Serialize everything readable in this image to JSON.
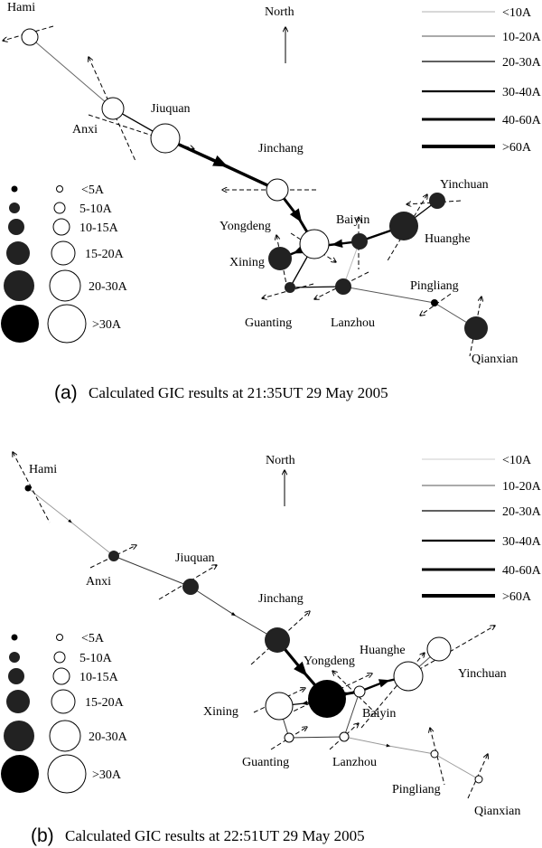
{
  "north_label": "North",
  "line_legend": [
    "<10A",
    "10-20A",
    "20-30A",
    "30-40A",
    "40-60A",
    ">60A"
  ],
  "circle_legend": [
    "<5A",
    "5-10A",
    "10-15A",
    "15-20A",
    "20-30A",
    ">30A"
  ],
  "panels": [
    {
      "id": "a",
      "caption_letter": "(a)",
      "caption_text": "Calculated GIC results at 21:35UT 29 May 2005",
      "stations": [
        {
          "name": "Hami",
          "fill": "white",
          "bin": 1
        },
        {
          "name": "Anxi",
          "fill": "white",
          "bin": 2
        },
        {
          "name": "Jiuquan",
          "fill": "white",
          "bin": 3
        },
        {
          "name": "Jinchang",
          "fill": "white",
          "bin": 2
        },
        {
          "name": "Yongdeng",
          "fill": "white",
          "bin": 3
        },
        {
          "name": "Baiyin",
          "fill": "black",
          "bin": 1
        },
        {
          "name": "Huanghe",
          "fill": "black",
          "bin": 3
        },
        {
          "name": "Yinchuan",
          "fill": "black",
          "bin": 1
        },
        {
          "name": "Xining",
          "fill": "black",
          "bin": 2
        },
        {
          "name": "Guanting",
          "fill": "black",
          "bin": 0
        },
        {
          "name": "Lanzhou",
          "fill": "black",
          "bin": 1
        },
        {
          "name": "Pingliang",
          "fill": "black",
          "bin": 0
        },
        {
          "name": "Qianxian",
          "fill": "black",
          "bin": 2
        }
      ]
    },
    {
      "id": "b",
      "caption_letter": "(b)",
      "caption_text": "Calculated GIC results at 22:51UT 29 May 2005",
      "stations": [
        {
          "name": "Hami",
          "fill": "black",
          "bin": 0
        },
        {
          "name": "Anxi",
          "fill": "black",
          "bin": 0
        },
        {
          "name": "Jiuquan",
          "fill": "black",
          "bin": 1
        },
        {
          "name": "Jinchang",
          "fill": "black",
          "bin": 2
        },
        {
          "name": "Yongdeng",
          "fill": "black",
          "bin": 4
        },
        {
          "name": "Huanghe",
          "fill": "white",
          "bin": 3
        },
        {
          "name": "Yinchuan",
          "fill": "white",
          "bin": 2
        },
        {
          "name": "Baiyin",
          "fill": "white",
          "bin": 0
        },
        {
          "name": "Xining",
          "fill": "white",
          "bin": 3
        },
        {
          "name": "Guanting",
          "fill": "white",
          "bin": 0
        },
        {
          "name": "Lanzhou",
          "fill": "white",
          "bin": 0
        },
        {
          "name": "Pingliang",
          "fill": "white",
          "bin": 0
        },
        {
          "name": "Qianxian",
          "fill": "white",
          "bin": 0
        }
      ]
    }
  ]
}
